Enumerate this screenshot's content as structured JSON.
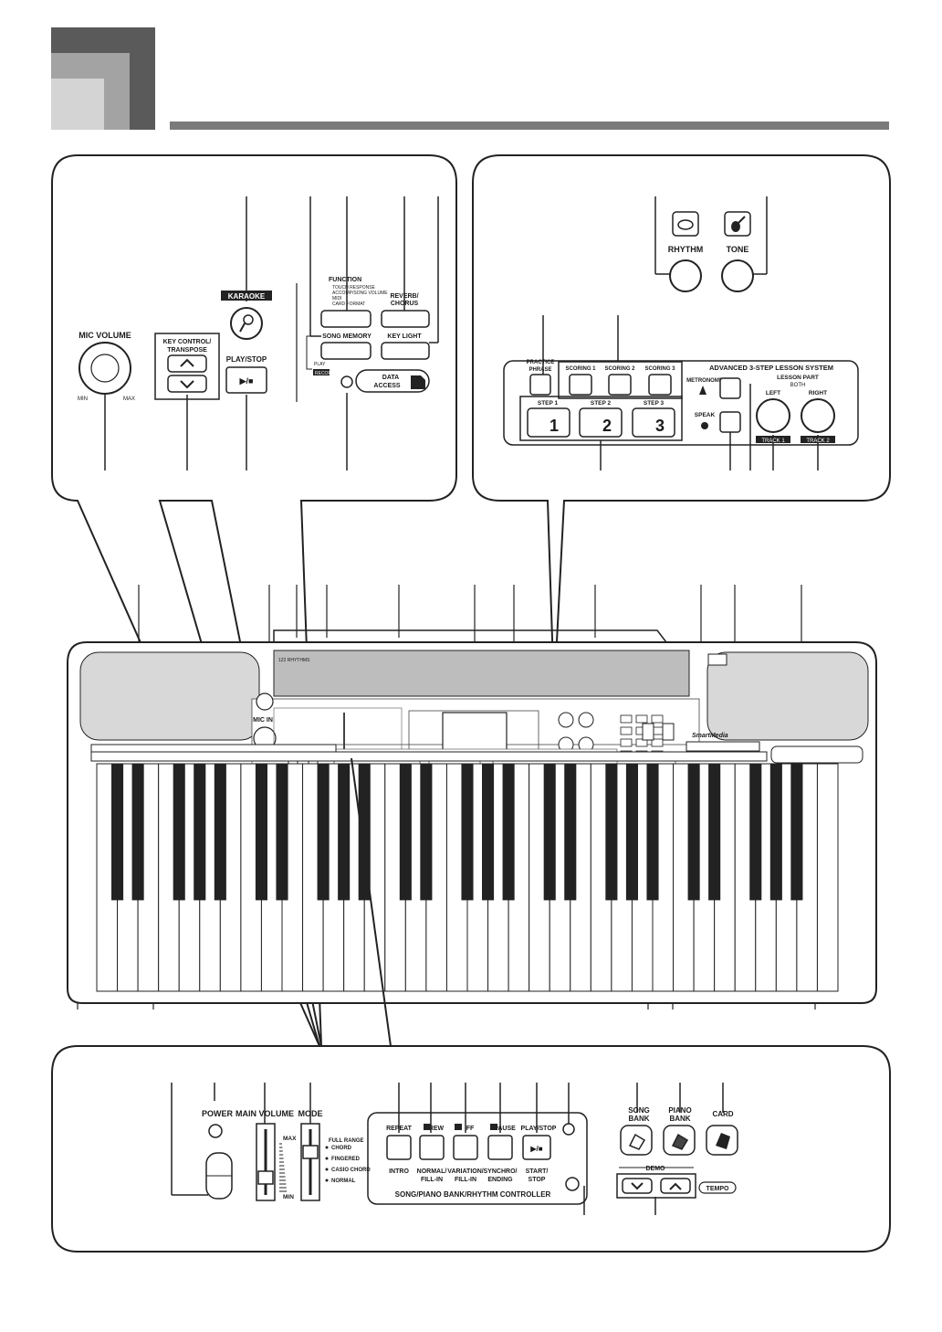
{
  "karaoke_panel": {
    "karaoke": "KARAOKE",
    "mic_volume": "MIC VOLUME",
    "min": "MIN",
    "max": "MAX",
    "key_control": "KEY CONTROL/",
    "transpose": "TRANSPOSE",
    "play_stop": "PLAY/STOP",
    "function": "FUNCTION",
    "function_items": [
      "TOUCH RESPONSE",
      "ACCOMP/SONG VOLUME",
      "MIDI",
      "CARD FORMAT"
    ],
    "reverb": "REVERB/",
    "chorus": "CHORUS",
    "song_memory": "SONG MEMORY",
    "key_light": "KEY LIGHT",
    "play": "PLAY",
    "record": "RECORD",
    "data": "DATA",
    "access": "ACCESS"
  },
  "lesson_panel": {
    "rhythm": "RHYTHM",
    "tone": "TONE",
    "practice": "PRACTICE",
    "phrase": "PHRASE",
    "scoring": [
      "SCORING 1",
      "SCORING 2",
      "SCORING 3"
    ],
    "steps": [
      "STEP 1",
      "STEP 2",
      "STEP 3"
    ],
    "step_numbers": [
      "1",
      "2",
      "3"
    ],
    "title": "ADVANCED 3-STEP LESSON SYSTEM",
    "lesson_part": "LESSON PART",
    "both": "BOTH",
    "metronome": "METRONOME",
    "speak": "SPEAK",
    "left": "LEFT",
    "right": "RIGHT",
    "track1": "TRACK 1",
    "track2": "TRACK 2"
  },
  "keyboard": {
    "mic_in": "MIC IN",
    "smartmedia": "SmartMedia",
    "white_keys": 36
  },
  "controller_panel": {
    "power": "POWER",
    "main_volume": "MAIN VOLUME",
    "mode": "MODE",
    "max": "MAX",
    "min": "MIN",
    "modes": [
      "FULL RANGE",
      "CHORD",
      "FINGERED",
      "CASIO CHORD",
      "NORMAL"
    ],
    "top_labels": [
      "REPEAT",
      "REW",
      "FF",
      "PAUSE",
      "PLAY/STOP"
    ],
    "bottom_labels": [
      [
        "INTRO"
      ],
      [
        "NORMAL/",
        "FILL-IN"
      ],
      [
        "VARIATION/",
        "FILL-IN"
      ],
      [
        "SYNCHRO/",
        "ENDING"
      ],
      [
        "START/",
        "STOP"
      ]
    ],
    "controller_title": "SONG/PIANO BANK/RHYTHM CONTROLLER",
    "song_bank": [
      "SONG",
      "BANK"
    ],
    "piano_bank": [
      "PIANO",
      "BANK"
    ],
    "card": "CARD",
    "demo": "DEMO",
    "tempo": "TEMPO"
  }
}
